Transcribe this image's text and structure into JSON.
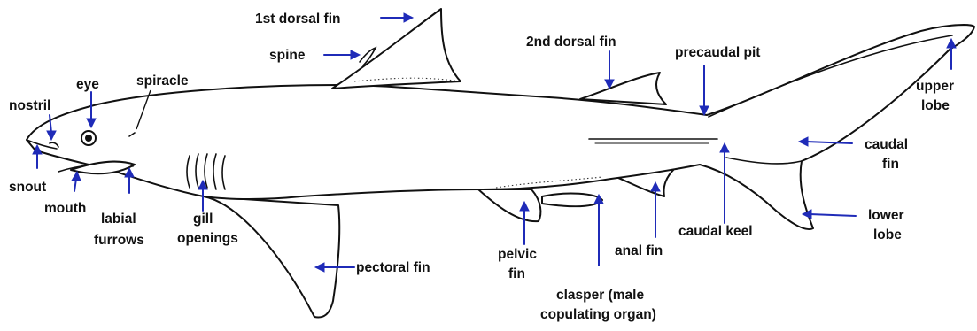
{
  "colors": {
    "arrow": "#1f2bb8",
    "outline": "#111111",
    "text": "#111111"
  },
  "labels": {
    "first_dorsal_fin": "1st dorsal fin",
    "spine": "spine",
    "second_dorsal_fin": "2nd dorsal fin",
    "precaudal_pit": "precaudal pit",
    "upper_lobe_1": "upper",
    "upper_lobe_2": "lobe",
    "eye": "eye",
    "spiracle": "spiracle",
    "nostril": "nostril",
    "snout": "snout",
    "mouth": "mouth",
    "labial_furrows_1": "labial",
    "labial_furrows_2": "furrows",
    "gill_openings_1": "gill",
    "gill_openings_2": "openings",
    "caudal_fin_1": "caudal",
    "caudal_fin_2": "fin",
    "caudal_keel": "caudal keel",
    "lower_lobe_1": "lower",
    "lower_lobe_2": "lobe",
    "pectoral_fin": "pectoral fin",
    "pelvic_fin_1": "pelvic",
    "pelvic_fin_2": "fin",
    "anal_fin": "anal fin",
    "clasper_1": "clasper (male",
    "clasper_2": "copulating organ)"
  }
}
